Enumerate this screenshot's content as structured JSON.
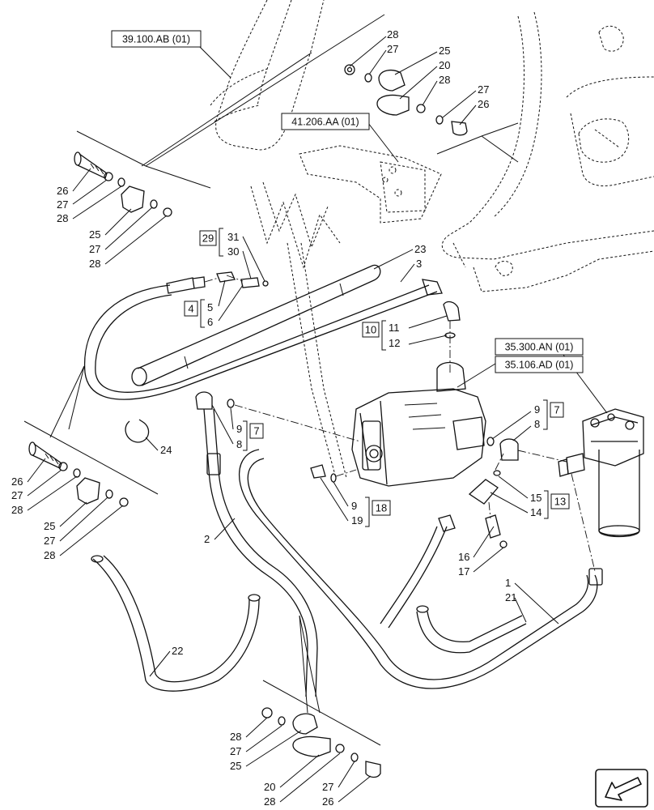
{
  "refs": {
    "r1": "39.100.AB (01)",
    "r2": "41.206.AA (01)",
    "r3": "35.300.AN (01)",
    "r4": "35.106.AD (01)"
  },
  "groups": {
    "g29": "29",
    "g4": "4",
    "g10": "10",
    "g7a": "7",
    "g7b": "7",
    "g18": "18",
    "g13": "13"
  },
  "labels": {
    "l28a": "28",
    "l27a": "27",
    "l25a": "25",
    "l20a": "20",
    "l28b": "28",
    "l27b": "27",
    "l26a": "26",
    "l26b": "26",
    "l27c": "27",
    "l28c": "28",
    "l25b": "25",
    "l27d": "27",
    "l28d": "28",
    "l31": "31",
    "l30": "30",
    "l5": "5",
    "l6": "6",
    "l23": "23",
    "l3": "3",
    "l11": "11",
    "l12": "12",
    "l9a": "9",
    "l8a": "8",
    "l9b": "9",
    "l8b": "8",
    "l24": "24",
    "l26c": "26",
    "l27e": "27",
    "l28e": "28",
    "l25c": "25",
    "l27f": "27",
    "l28f": "28",
    "l9c": "9",
    "l19": "19",
    "l15": "15",
    "l14": "14",
    "l16": "16",
    "l17": "17",
    "l2": "2",
    "l1": "1",
    "l21": "21",
    "l22": "22",
    "l28g": "28",
    "l27g": "27",
    "l25d": "25",
    "l20b": "20",
    "l28h": "28",
    "l27h": "27",
    "l26d": "26"
  }
}
